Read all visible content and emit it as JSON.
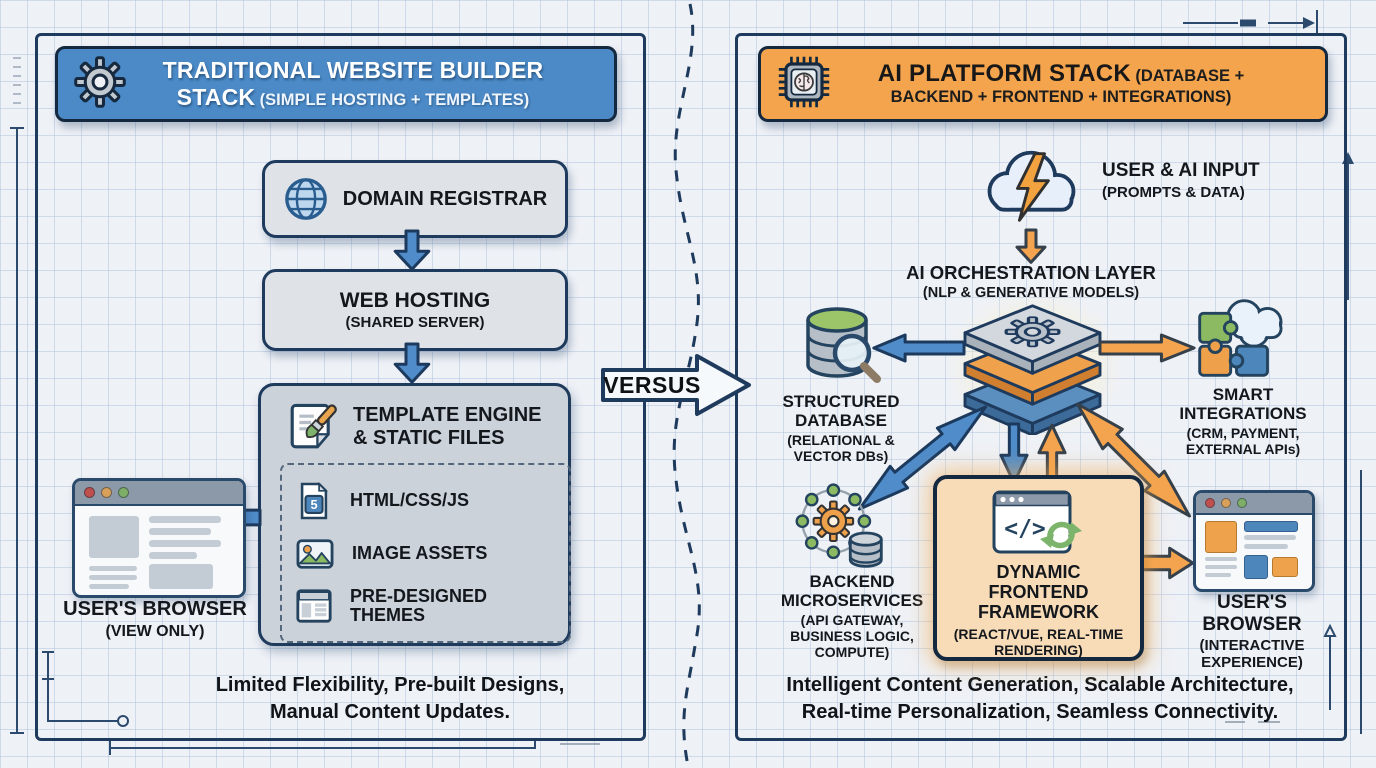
{
  "colors": {
    "blue_accent": "#4b8ac7",
    "orange_accent": "#f3a44c",
    "navy_outline": "#1e3a5c",
    "peach_panel": "#f8dcb8"
  },
  "left_panel": {
    "header": {
      "title": "TRADITIONAL WEBSITE BUILDER STACK",
      "subtitle": "(SIMPLE HOSTING + TEMPLATES)"
    },
    "domain_box": {
      "label": "DOMAIN REGISTRAR"
    },
    "hosting_box": {
      "title": "WEB HOSTING",
      "subtitle": "(SHARED SERVER)"
    },
    "template_box": {
      "title_line1": "TEMPLATE ENGINE",
      "title_line2": "& STATIC FILES",
      "items": [
        {
          "label": "HTML/CSS/JS"
        },
        {
          "label": "IMAGE ASSETS"
        },
        {
          "label": "PRE-DESIGNED THEMES"
        }
      ]
    },
    "browser": {
      "title": "USER'S BROWSER",
      "subtitle": "(VIEW ONLY)"
    },
    "caption_line1": "Limited Flexibility, Pre-built Designs,",
    "caption_line2": "Manual Content Updates."
  },
  "versus": {
    "label": "VERSUS"
  },
  "right_panel": {
    "header": {
      "title": "AI PLATFORM STACK",
      "subtitle": "(DATABASE + BACKEND + FRONTEND + INTEGRATIONS)"
    },
    "user_input": {
      "title": "USER & AI INPUT",
      "subtitle": "(PROMPTS & DATA)"
    },
    "orchestration": {
      "title": "AI ORCHESTRATION LAYER",
      "subtitle": "(NLP & GENERATIVE MODELS)"
    },
    "database": {
      "title": "STRUCTURED DATABASE",
      "subtitle": "(RELATIONAL & VECTOR DBs)"
    },
    "integrations": {
      "title": "SMART INTEGRATIONS",
      "subtitle": "(CRM, PAYMENT, EXTERNAL APIs)"
    },
    "backend": {
      "title": "BACKEND MICROSERVICES",
      "subtitle": "(API GATEWAY, BUSINESS LOGIC, COMPUTE)"
    },
    "frontend": {
      "title": "DYNAMIC FRONTEND FRAMEWORK",
      "subtitle": "(REACT/VUE, REAL-TIME RENDERING)"
    },
    "browser": {
      "title": "USER'S BROWSER",
      "subtitle": "(INTERACTIVE EXPERIENCE)"
    },
    "caption_line1": "Intelligent Content Generation, Scalable Architecture,",
    "caption_line2": "Real-time Personalization, Seamless Connectivity."
  },
  "icons": {
    "html5_label": "5",
    "code_label": "</>"
  }
}
